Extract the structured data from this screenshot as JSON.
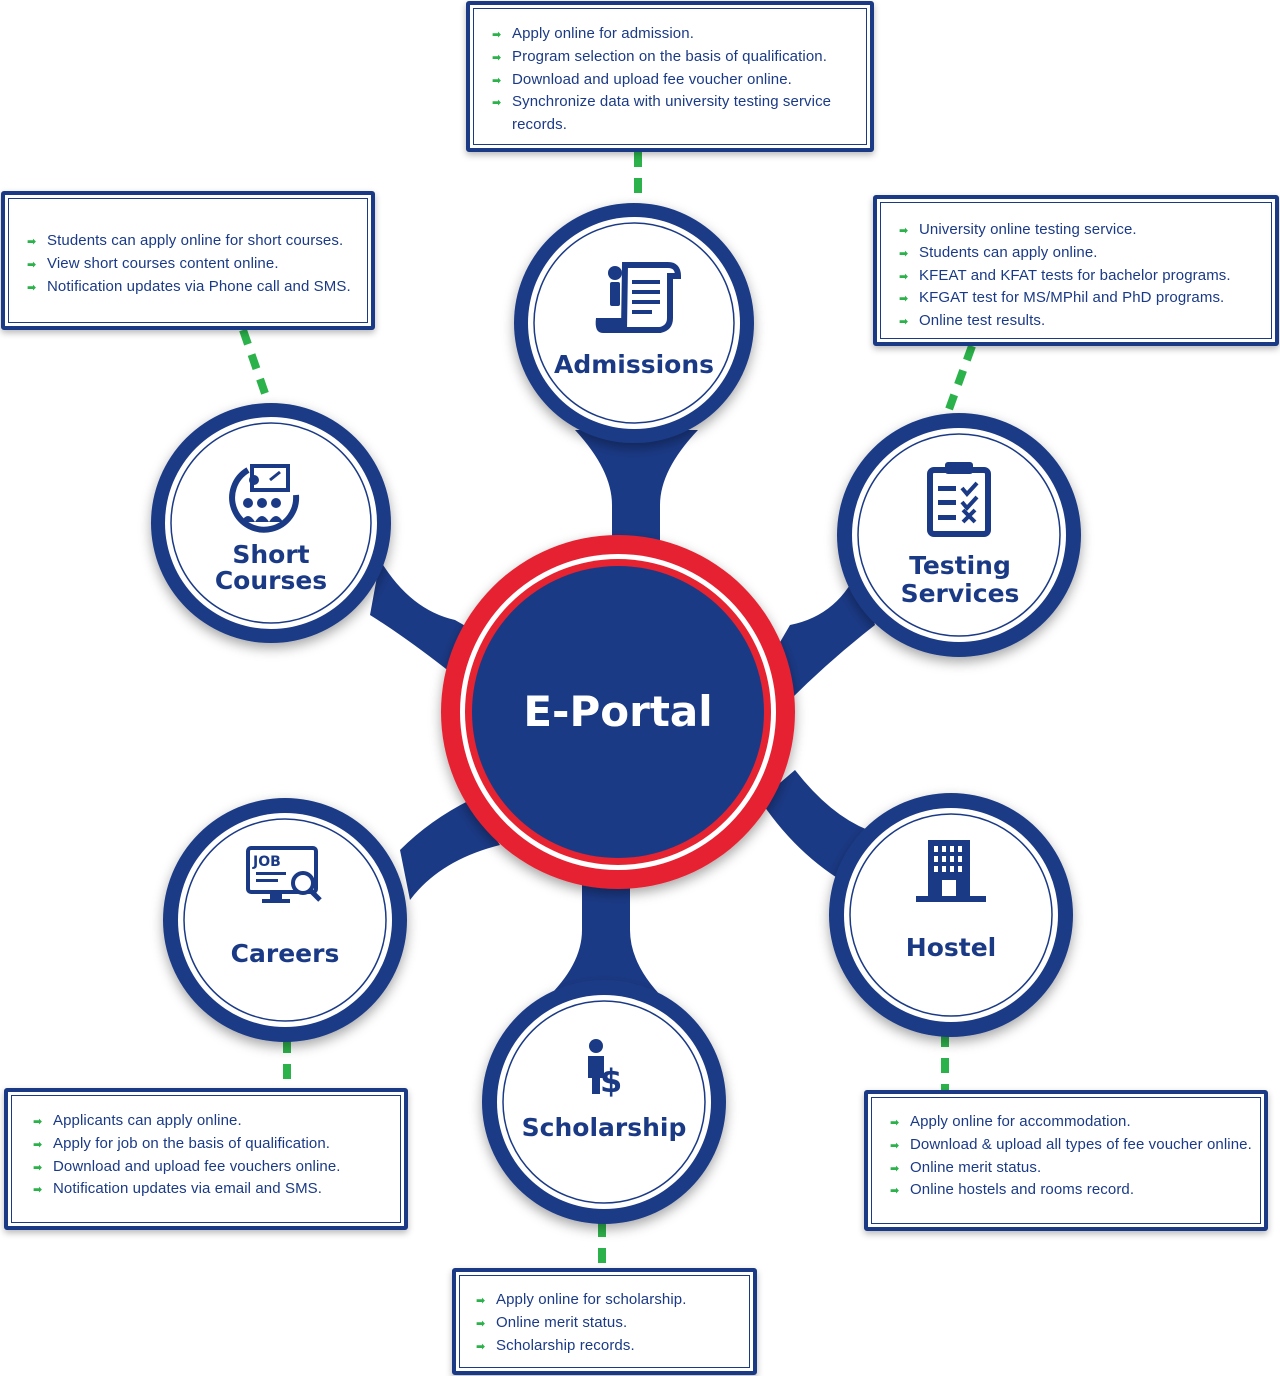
{
  "center": {
    "label": "E-Portal"
  },
  "colors": {
    "navy": "#1b3a86",
    "red": "#e62330",
    "green": "#2cb24a",
    "white": "#ffffff"
  },
  "nodes": {
    "admissions": {
      "label": "Admissions",
      "icon": "admission-scroll-icon"
    },
    "testing": {
      "label_line1": "Testing",
      "label_line2": "Services",
      "icon": "clipboard-checklist-icon"
    },
    "hostel": {
      "label": "Hostel",
      "icon": "building-icon"
    },
    "scholarship": {
      "label": "Scholarship",
      "icon": "person-dollar-icon"
    },
    "careers": {
      "label": "Careers",
      "icon": "job-search-icon"
    },
    "short_courses": {
      "label_line1": "Short",
      "label_line2": "Courses",
      "icon": "classroom-presentation-icon"
    }
  },
  "boxes": {
    "admissions": {
      "items": [
        "Apply online for admission.",
        "Program selection on the basis of qualification.",
        "Download and upload fee voucher online.",
        "Synchronize data with university testing service",
        "records."
      ]
    },
    "testing": {
      "items": [
        "University online testing service.",
        "Students can apply online.",
        "KFEAT and KFAT tests for bachelor programs.",
        "KFGAT test for MS/MPhil and PhD programs.",
        "Online test results."
      ]
    },
    "short_courses": {
      "items": [
        "Students can apply online for short courses.",
        "View short courses content online.",
        "Notification updates via Phone call and SMS."
      ]
    },
    "careers": {
      "items": [
        "Applicants can apply online.",
        "Apply for job on the basis of qualification.",
        "Download and upload fee vouchers online.",
        "Notification updates via email and SMS."
      ]
    },
    "hostel": {
      "items": [
        "Apply online for accommodation.",
        "Download & upload all types of fee voucher online.",
        "Online merit status.",
        "Online hostels and rooms record."
      ]
    },
    "scholarship": {
      "items": [
        "Apply online for scholarship.",
        "Online merit status.",
        "Scholarship records."
      ]
    }
  }
}
